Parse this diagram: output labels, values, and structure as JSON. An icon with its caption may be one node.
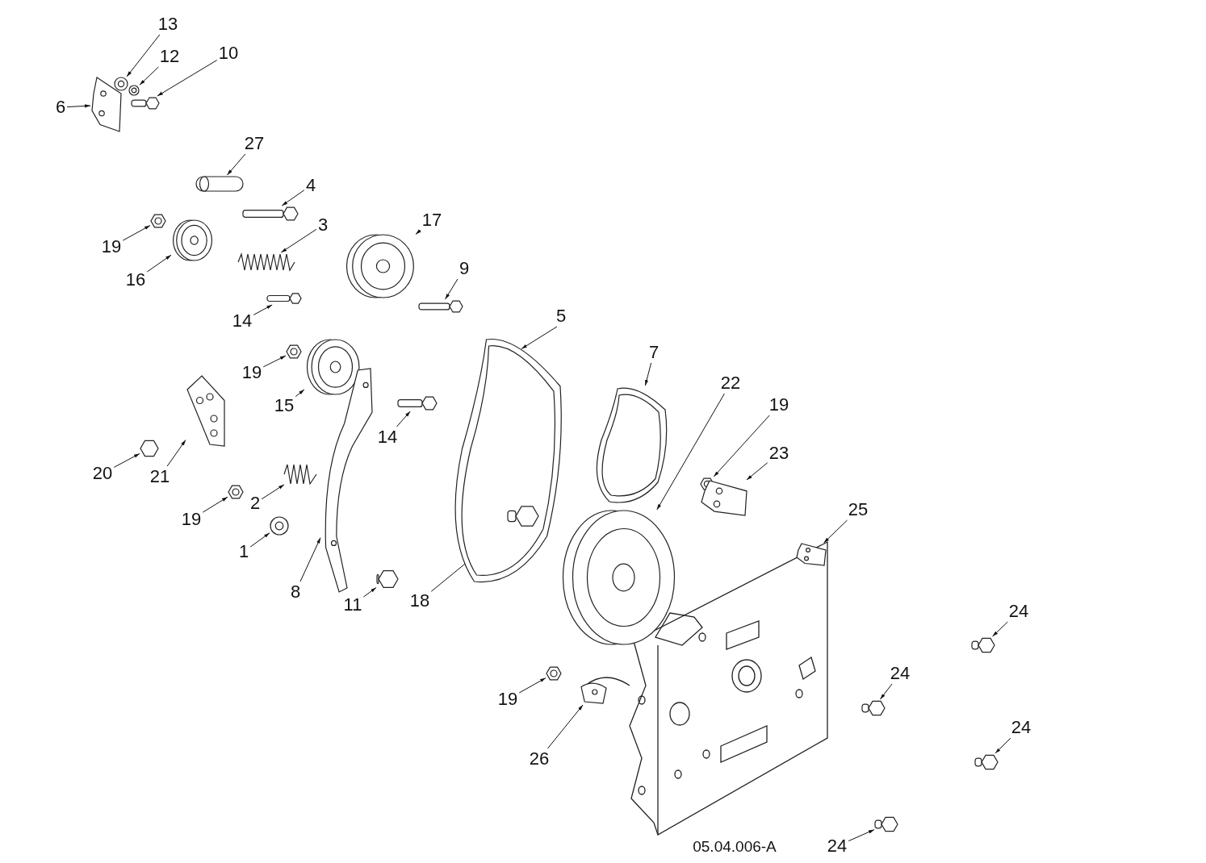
{
  "diagram": {
    "nodes": [
      {
        "text": [
          "13"
        ]
      },
      {
        "text": [],
        "shape": "washer"
      },
      {
        "text": [
          "12"
        ]
      },
      {
        "text": [],
        "shape": "washer"
      },
      {
        "text": [
          "10"
        ]
      },
      {
        "text": [],
        "shape": "bolt"
      },
      {
        "text": [
          "6"
        ]
      },
      {
        "text": [],
        "shape": "bracket"
      },
      {
        "text": [
          "27"
        ]
      },
      {
        "text": [],
        "shape": "pin"
      },
      {
        "text": [
          "4"
        ]
      },
      {
        "text": [],
        "shape": "bolt"
      },
      {
        "text": [
          "3"
        ]
      },
      {
        "text": [],
        "shape": "spring"
      },
      {
        "text": [
          "19"
        ]
      },
      {
        "text": [],
        "shape": "nut"
      },
      {
        "text": [
          "16"
        ]
      },
      {
        "text": [],
        "shape": "pulley"
      },
      {
        "text": [
          "14"
        ]
      },
      {
        "text": [],
        "shape": "bolt"
      },
      {
        "text": [
          "17"
        ]
      },
      {
        "text": [],
        "shape": "pulley"
      },
      {
        "text": [
          "9"
        ]
      },
      {
        "text": [],
        "shape": "bolt"
      },
      {
        "text": [
          "5"
        ]
      },
      {
        "text": [],
        "shape": "belt"
      },
      {
        "text": [
          "19"
        ]
      },
      {
        "text": [],
        "shape": "nut"
      },
      {
        "text": [
          "15"
        ]
      },
      {
        "text": [],
        "shape": "pulley"
      },
      {
        "text": [
          "7"
        ]
      },
      {
        "text": [],
        "shape": "belt"
      },
      {
        "text": [
          "22"
        ]
      },
      {
        "text": [],
        "shape": "pulley"
      },
      {
        "text": [
          "19"
        ]
      },
      {
        "text": [],
        "shape": "nut"
      },
      {
        "text": [
          "23"
        ]
      },
      {
        "text": [],
        "shape": "bracket"
      },
      {
        "text": [
          "14"
        ]
      },
      {
        "text": [],
        "shape": "bolt"
      },
      {
        "text": [
          "20"
        ]
      },
      {
        "text": [],
        "shape": "bolt"
      },
      {
        "text": [
          "21"
        ]
      },
      {
        "text": [],
        "shape": "plate"
      },
      {
        "text": [
          "2"
        ]
      },
      {
        "text": [],
        "shape": "spring"
      },
      {
        "text": [
          "25"
        ]
      },
      {
        "text": [],
        "shape": "bracket"
      },
      {
        "text": [
          "19"
        ]
      },
      {
        "text": [],
        "shape": "nut"
      },
      {
        "text": [
          "1"
        ]
      },
      {
        "text": [],
        "shape": "washer"
      },
      {
        "text": [
          "8"
        ]
      },
      {
        "text": [],
        "shape": "lever"
      },
      {
        "text": [
          "11"
        ]
      },
      {
        "text": [],
        "shape": "bolt"
      },
      {
        "text": [
          "18"
        ]
      },
      {
        "text": [],
        "shape": "bolt",
        "in": 25
      },
      {
        "text": [
          "24"
        ]
      },
      {
        "text": [],
        "shape": "bolt"
      },
      {
        "text": [
          "19"
        ]
      },
      {
        "text": [],
        "shape": "nut"
      },
      {
        "text": [
          "24"
        ]
      },
      {
        "text": [],
        "shape": "bolt"
      },
      {
        "text": [
          "26"
        ]
      },
      {
        "text": [],
        "shape": "clip"
      },
      {
        "text": [
          "24"
        ]
      },
      {
        "text": [],
        "shape": "bolt"
      },
      {
        "text": [
          "24"
        ]
      },
      {
        "text": [],
        "shape": "bolt"
      }
    ],
    "edges": [
      {
        "from": 0,
        "to": 1,
        "arrow": "to"
      },
      {
        "from": 2,
        "to": 3,
        "arrow": "to"
      },
      {
        "from": 4,
        "to": 5,
        "arrow": "to"
      },
      {
        "from": 6,
        "to": 7,
        "arrow": "to"
      },
      {
        "from": 8,
        "to": 9,
        "arrow": "to"
      },
      {
        "from": 10,
        "to": 11,
        "arrow": "to"
      },
      {
        "from": 12,
        "to": 13,
        "arrow": "to"
      },
      {
        "from": 14,
        "to": 15,
        "arrow": "to"
      },
      {
        "from": 16,
        "to": 17,
        "arrow": "to"
      },
      {
        "from": 18,
        "to": 19,
        "arrow": "to"
      },
      {
        "from": 20,
        "to": 21,
        "arrow": "to"
      },
      {
        "from": 22,
        "to": 23,
        "arrow": "to"
      },
      {
        "from": 24,
        "to": 25,
        "arrow": "to"
      },
      {
        "from": 26,
        "to": 27,
        "arrow": "to"
      },
      {
        "from": 28,
        "to": 29,
        "arrow": "to"
      },
      {
        "from": 30,
        "to": 31,
        "arrow": "to"
      },
      {
        "from": 32,
        "to": 33,
        "arrow": "to"
      },
      {
        "from": 34,
        "to": 35,
        "arrow": "to"
      },
      {
        "from": 36,
        "to": 37,
        "arrow": "to"
      },
      {
        "from": 38,
        "to": 39,
        "arrow": "to"
      },
      {
        "from": 40,
        "to": 41,
        "arrow": "to"
      },
      {
        "from": 42,
        "to": 43,
        "arrow": "to"
      },
      {
        "from": 44,
        "to": 45,
        "arrow": "to"
      },
      {
        "from": 46,
        "to": 47,
        "arrow": "to"
      },
      {
        "from": 48,
        "to": 49,
        "arrow": "to"
      },
      {
        "from": 50,
        "to": 51,
        "arrow": "to"
      },
      {
        "from": 52,
        "to": 53,
        "arrow": "to"
      },
      {
        "from": 54,
        "to": 55,
        "arrow": "to"
      },
      {
        "from": 56,
        "to": 57,
        "arrow": "to"
      },
      {
        "from": 58,
        "to": 59,
        "arrow": "to"
      },
      {
        "from": 60,
        "to": 61,
        "arrow": "to"
      },
      {
        "from": 62,
        "to": 63,
        "arrow": "to"
      },
      {
        "from": 64,
        "to": 65,
        "arrow": "to"
      },
      {
        "from": 66,
        "to": 67,
        "arrow": "to"
      },
      {
        "from": 68,
        "to": 69,
        "arrow": "to"
      }
    ],
    "labels": [
      "05.04.006-A"
    ]
  }
}
